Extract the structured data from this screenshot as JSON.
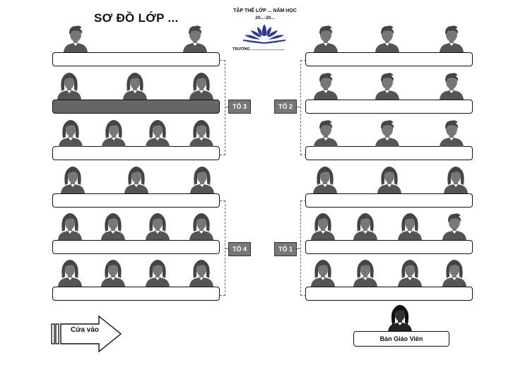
{
  "title": "SƠ ĐỒ LỚP ...",
  "header": {
    "line1": "TẬP THỂ LỚP ... NĂM HỌC",
    "line2": "20...-20...",
    "school": "TRƯỜNG ..............................."
  },
  "groups": {
    "g1": "TỔ 1",
    "g2": "TỔ 2",
    "g3": "TỔ 3",
    "g4": "TỔ 4"
  },
  "door_label": "Cửa vào",
  "teacher_label": "Bàn Giáo Viên",
  "icons": {
    "male": "male-student-icon",
    "female": "female-student-icon",
    "teacher": "teacher-icon",
    "logo": "open-book-logo-icon",
    "door": "entrance-arrow-icon"
  },
  "colors": {
    "figure": "#555555",
    "highlight_desk": "#666666",
    "group_label_bg": "#777777"
  }
}
